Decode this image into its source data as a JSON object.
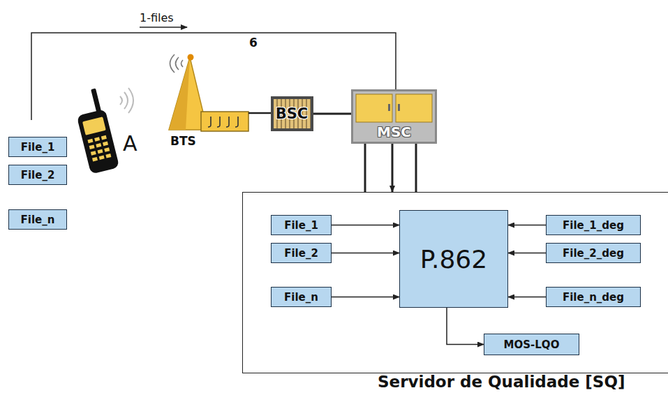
{
  "diagram": {
    "nodes": [
      {
        "text": [
          "File_1"
        ]
      },
      {
        "text": [
          "File_2"
        ]
      },
      {
        "text": [
          "File_n"
        ]
      },
      {
        "text": [
          "BSC"
        ]
      },
      {
        "text": [
          "MSC"
        ]
      },
      {
        "text": [
          "Servidor de Qualidade [SQ]"
        ]
      },
      {
        "text": [
          "File_1"
        ],
        "in": 5
      },
      {
        "text": [
          "File_2"
        ],
        "in": 5
      },
      {
        "text": [
          "File_n"
        ],
        "in": 5
      },
      {
        "text": [
          "P.862"
        ],
        "in": 5
      },
      {
        "text": [
          "File_1_deg"
        ],
        "in": 5
      },
      {
        "text": [
          "File_2_deg"
        ],
        "in": 5
      },
      {
        "text": [
          "File_n_deg"
        ],
        "in": 5
      },
      {
        "text": [
          "MOS-LQO"
        ],
        "in": 5
      }
    ],
    "edges": [
      {
        "from": 3,
        "to": 4,
        "arrow": "none"
      },
      {
        "from": 4,
        "to": 5,
        "arrow": "none"
      },
      {
        "from": 4,
        "to": 5,
        "arrow": "to"
      },
      {
        "from": 4,
        "to": 5,
        "arrow": "none"
      },
      {
        "from": 6,
        "to": 9,
        "arrow": "to"
      },
      {
        "from": 7,
        "to": 9,
        "arrow": "to"
      },
      {
        "from": 8,
        "to": 9,
        "arrow": "to"
      },
      {
        "from": 10,
        "to": 9,
        "arrow": "to"
      },
      {
        "from": 11,
        "to": 9,
        "arrow": "to"
      },
      {
        "from": 12,
        "to": 9,
        "arrow": "to"
      },
      {
        "from": 9,
        "to": 13,
        "arrow": "to"
      }
    ],
    "labels": [
      "1-files",
      "6",
      "A",
      "BTS"
    ]
  }
}
